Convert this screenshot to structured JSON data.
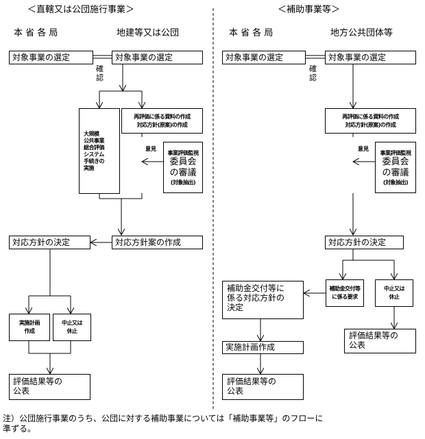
{
  "left": {
    "heading": "＜直轄又は公団施行事業＞",
    "col1": "本 省 各 局",
    "col2": "地建等又は公団",
    "b_select1": "対象事業の選定",
    "b_select2": "対象事業の選定",
    "confirm": "確\n認",
    "b_system": [
      "大規模",
      "公共事業",
      "総合評価",
      "システム",
      "手続きの",
      "実施"
    ],
    "b_docs": [
      "再評価に係る資料の作成",
      "対応方針(原案)の作成"
    ],
    "opinion": "意見",
    "b_committee": [
      "事業評価監視",
      "委員会",
      "の審議",
      "(対象抽出)"
    ],
    "b_decide": "対応方針の決定",
    "b_draft": "対応方針案の作成",
    "b_plan": [
      "実施計画",
      "作成"
    ],
    "b_stop": [
      "中止又は",
      "休止"
    ],
    "b_publish": [
      "評価結果等の",
      "公表"
    ]
  },
  "right": {
    "heading": "＜補助事業等＞",
    "col1": "本 省 各 局",
    "col2": "地方公共団体等",
    "b_select1": "対象事業の選定",
    "b_select2": "対象事業の選定",
    "confirm": "確\n認",
    "b_docs": [
      "再評価に係る資料の作成",
      "対応方針(原案)の作成"
    ],
    "opinion": "意見",
    "b_committee": [
      "事業評価監視",
      "委員会",
      "の審議",
      "(対象抽出)"
    ],
    "b_decide": "対応方針の決定",
    "b_subsidy_decide": [
      "補助金交付等に",
      "係る対応方針の",
      "決定"
    ],
    "b_subsidy_req": [
      "補助金交付等",
      "に係る要求"
    ],
    "b_stop": [
      "中止又は",
      "休止"
    ],
    "b_publish_r": [
      "評価結果等の",
      "公表"
    ],
    "b_plan": "実施計画作成",
    "b_publish": [
      "評価結果等の",
      "公表"
    ]
  },
  "note": {
    "line1": "注）公団施行事業のうち、公団に対する補助事業については「補助事業等」のフローに",
    "line2": "準ずる。"
  }
}
